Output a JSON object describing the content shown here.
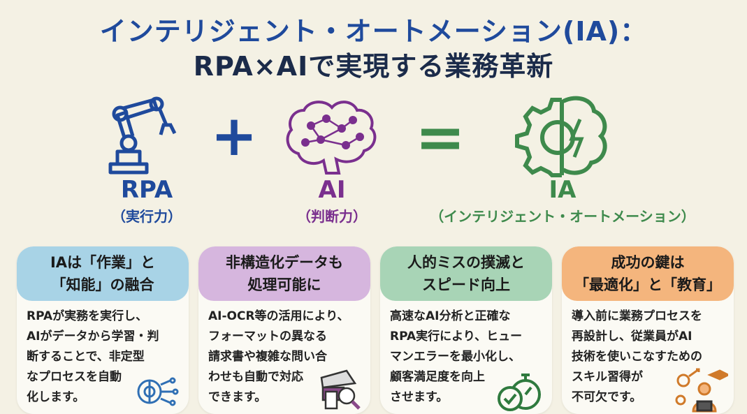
{
  "title": {
    "line1": "インテリジェント・オートメーション(IA)：",
    "line2": "RPA×AIで実現する業務革新"
  },
  "equation": {
    "rpa": {
      "name": "RPA",
      "sub": "（実行力）",
      "color": "#1f4a9c",
      "icon": "robot-arm-icon"
    },
    "ai": {
      "name": "AI",
      "sub": "（判断力）",
      "color": "#7a2f8e",
      "icon": "brain-icon"
    },
    "ia": {
      "name": "IA",
      "sub": "（インテリジェント・オートメーション）",
      "color": "#3e8a4c",
      "icon": "gear-brain-icon"
    },
    "plus": "+",
    "equals": "="
  },
  "cards": [
    {
      "head": [
        "IAは「作業」と",
        "「知能」の融合"
      ],
      "body": [
        "RPAが実務を実行し、",
        "AIがデータから学習・判",
        "断することで、非定型",
        "なプロセスを自動",
        "化します。"
      ],
      "color": "#a8d3e6",
      "icon": "gear-brain-circuit-icon"
    },
    {
      "head": [
        "非構造化データも",
        "処理可能に"
      ],
      "body": [
        "AI-OCR等の活用により、",
        "フォーマットの異なる",
        "請求書や複雑な問い合",
        "わせも自動で対応",
        "できます。"
      ],
      "color": "#d6b6de",
      "icon": "scanner-magnifier-icon"
    },
    {
      "head": [
        "人的ミスの撲滅と",
        "スピード向上"
      ],
      "body": [
        "高速なAI分析と正確な",
        "RPA実行により、ヒュー",
        "マンエラーを最小化し、",
        "顧客満足度を向上",
        "させます。"
      ],
      "color": "#a8d4b6",
      "icon": "stopwatch-check-icon"
    },
    {
      "head": [
        "成功の鍵は",
        "「最適化」と「教育」"
      ],
      "body": [
        "導入前に業務プロセスを",
        "再設計し、従業員がAI",
        "技術を使いこなすための",
        "スキル習得が",
        "不可欠です。"
      ],
      "color": "#f4b57d",
      "icon": "person-gears-graduation-icon"
    }
  ]
}
